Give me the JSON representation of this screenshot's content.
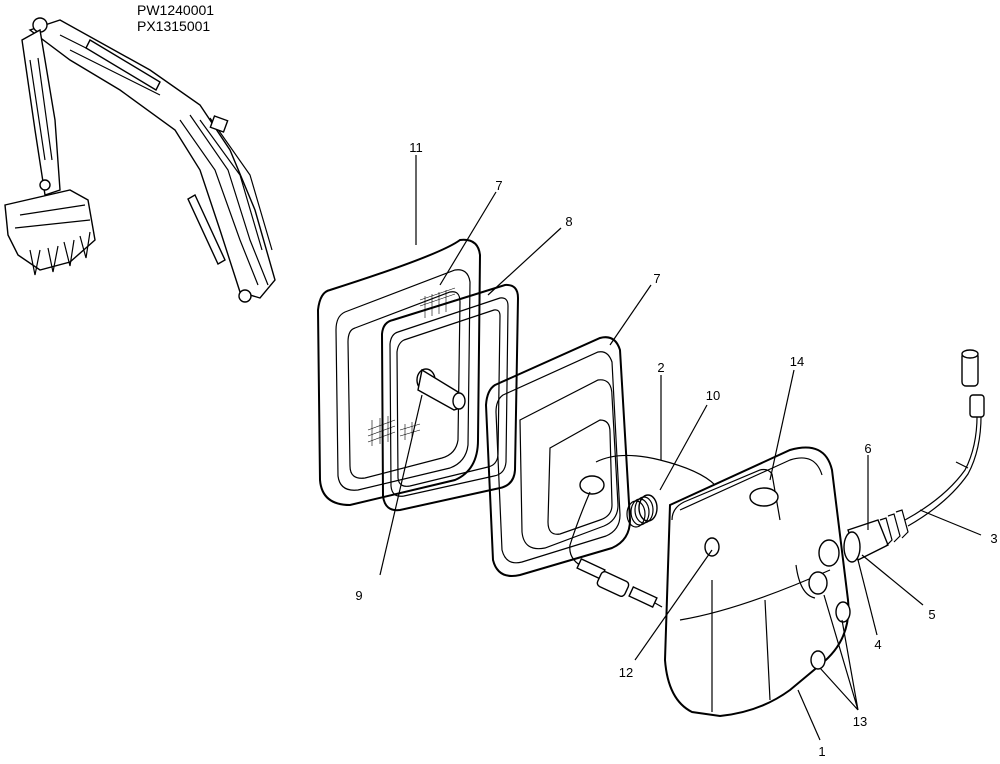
{
  "serial_codes": [
    "PW1240001",
    "PX1315001"
  ],
  "callouts": {
    "c1": "1",
    "c2": "2",
    "c3": "3",
    "c4": "4",
    "c5": "5",
    "c6": "6",
    "c7a": "7",
    "c7b": "7",
    "c8": "8",
    "c9": "9",
    "c10": "10",
    "c11": "11",
    "c12": "12",
    "c13": "13",
    "c14": "14"
  }
}
